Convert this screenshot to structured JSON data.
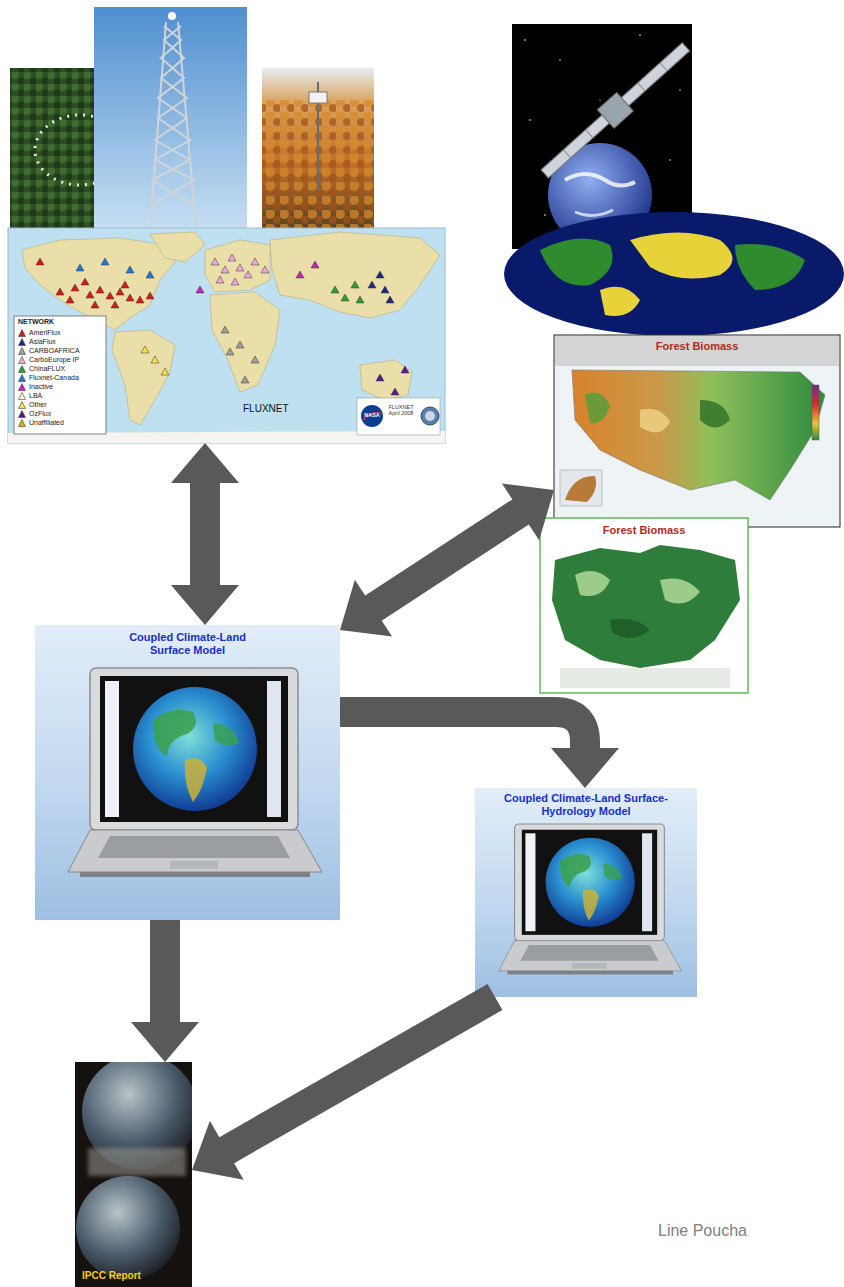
{
  "diagram": {
    "nodes": [
      {
        "text": [
          "FLUXNET"
        ]
      },
      {
        "text": [
          "Forest Biomass"
        ]
      },
      {
        "text": [
          "Forest Biomass"
        ]
      },
      {
        "text": [
          "Coupled Climate-Land Surface Model"
        ]
      },
      {
        "text": [
          "Coupled Climate-Land Surface-Hydrology Model"
        ]
      },
      {
        "text": [
          "IPCC Report"
        ]
      }
    ],
    "edges": [
      {
        "from": 0,
        "to": 3,
        "arrow": "both"
      },
      {
        "from": 1,
        "to": 3,
        "arrow": "both"
      },
      {
        "from": 3,
        "to": 4,
        "arrow": "to"
      },
      {
        "from": 3,
        "to": 5,
        "arrow": "to"
      },
      {
        "from": 4,
        "to": 5,
        "arrow": "to"
      }
    ],
    "labels": [
      "NETWORK",
      "NASA",
      "FLUXNET April 2008",
      "Line Poucha"
    ],
    "legend": [
      {
        "text": "AmeriFlux",
        "color": "#d7191c"
      },
      {
        "text": "AsiaFlux",
        "color": "#1a2a8a"
      },
      {
        "text": "CARBOAFRICA",
        "color": "#9e9e9e"
      },
      {
        "text": "CarboEurope IP",
        "color": "#f0a8d8"
      },
      {
        "text": "ChinaFLUX",
        "color": "#2ca02c"
      },
      {
        "text": "Fluxnet-Canada",
        "color": "#1f77d4"
      },
      {
        "text": "Inactive",
        "color": "#c026c0"
      },
      {
        "text": "LBA",
        "color": "#fff7c8"
      },
      {
        "text": "Other",
        "color": "#f4e04d"
      },
      {
        "text": "OzFlux",
        "color": "#5a1a8a"
      },
      {
        "text": "Unaffiliated",
        "color": "#d4b200"
      }
    ]
  }
}
